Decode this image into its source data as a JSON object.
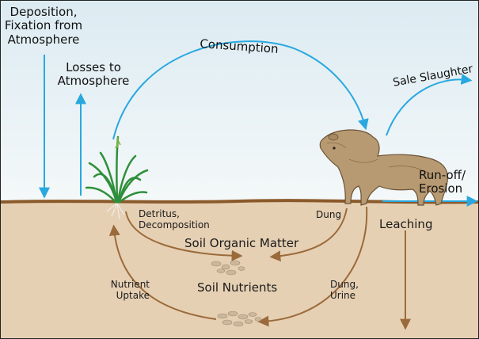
{
  "labels": {
    "deposition": "Deposition,\nFixation from\nAtmosphere",
    "losses": "Losses to\nAtmosphere",
    "consumption": "Consumption",
    "sale_slaughter": "Sale Slaughter",
    "runoff": "Run-off/\nErosion",
    "detritus": "Detritus,\nDecomposition",
    "dung": "Dung",
    "leaching": "Leaching",
    "soil_organic_matter": "Soil Organic Matter",
    "soil_nutrients": "Soil Nutrients",
    "nutrient_uptake": "Nutrient\nUptake",
    "dung_urine": "Dung,\nUrine"
  },
  "colors": {
    "sky_top": "#dcebf2",
    "sky_bottom": "#f4f8f9",
    "soil": "#e6d0b4",
    "ground_line": "#8a5a2a",
    "arrow_blue": "#29a8df",
    "arrow_brown": "#9b6a3a",
    "plant_green": "#2f8f3a",
    "cow": "#b89a72"
  },
  "icons": {
    "plant": "grass-plant-icon",
    "cow": "cow-icon",
    "nutrients": "soil-particles-icon"
  }
}
